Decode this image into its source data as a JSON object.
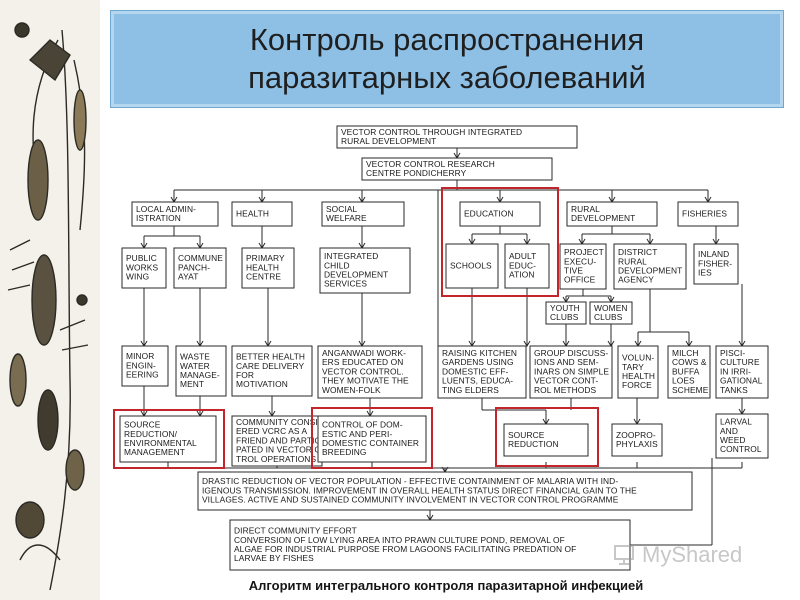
{
  "title": {
    "line1": "Контроль распространения",
    "line2": "паразитарных заболеваний"
  },
  "caption": "Алгоритм интегрального контроля паразитарной инфекцией",
  "watermark": "MyShared",
  "diagram": {
    "root": [
      "VECTOR CONTROL THROUGH INTEGRATED",
      "RURAL DEVELOPMENT"
    ],
    "centre": [
      "VECTOR CONTROL RESEARCH",
      "CENTRE PONDICHERRY"
    ],
    "depts": {
      "local": [
        "LOCAL ADMIN-",
        "ISTRATION"
      ],
      "health": [
        "HEALTH"
      ],
      "social": [
        "SOCIAL",
        "WELFARE"
      ],
      "education": [
        "EDUCATION"
      ],
      "rural": [
        "RURAL",
        "DEVELOPMENT"
      ],
      "fisheries": [
        "FISHERIES"
      ]
    },
    "level2": {
      "pww": [
        "PUBLIC",
        "WORKS",
        "WING"
      ],
      "commune": [
        "COMMUNE",
        "PANCH-",
        "AYAT"
      ],
      "phc": [
        "PRIMARY",
        "HEALTH",
        "CENTRE"
      ],
      "icds": [
        "INTEGRATED",
        "CHILD",
        "DEVELOPMENT",
        "SERVICES"
      ],
      "schools": [
        "SCHOOLS"
      ],
      "adult": [
        "ADULT",
        "EDUC-",
        "ATION"
      ],
      "peo": [
        "PROJECT",
        "EXECU-",
        "TIVE",
        "OFFICE"
      ],
      "drda": [
        "DISTRICT",
        "RURAL",
        "DEVELOPMENT",
        "AGENCY"
      ],
      "inland": [
        "INLAND",
        "FISHER-",
        "IES"
      ],
      "youth": [
        "YOUTH",
        "CLUBS"
      ],
      "women": [
        "WOMEN",
        "CLUBS"
      ]
    },
    "level3": {
      "minor": [
        "MINOR",
        "ENGIN-",
        "EERING"
      ],
      "waste": [
        "WASTE",
        "WATER",
        "MANAGE-",
        "MENT"
      ],
      "better": [
        "BETTER HEALTH",
        "CARE DELIVERY",
        "FOR",
        "MOTIVATION"
      ],
      "anganwadi": [
        "ANGANWADI WORK-",
        "ERS EDUCATED ON",
        "VECTOR CONTROL.",
        "THEY MOTIVATE THE",
        "WOMEN-FOLK"
      ],
      "kitchen": [
        "RAISING KITCHEN",
        "GARDENS USING",
        "DOMESTIC EFF-",
        "LUENTS, EDUCA-",
        "TING ELDERS"
      ],
      "group": [
        "GROUP DISCUSS-",
        "IONS AND SEM-",
        "INARS ON SIMPLE",
        "VECTOR CONT-",
        "ROL METHODS"
      ],
      "volunt": [
        "VOLUN-",
        "TARY",
        "HEALTH",
        "FORCE"
      ],
      "milch": [
        "MILCH",
        "COWS &",
        "BUFFA",
        "LOES",
        "SCHEME"
      ],
      "pisci": [
        "PISCI-",
        "CULTURE",
        "IN IRRI-",
        "GATIONAL",
        "TANKS"
      ]
    },
    "level4": {
      "source_env": [
        "SOURCE",
        "REDUCTION/",
        "ENVIRONMENTAL",
        "MANAGEMENT"
      ],
      "community": [
        "COMMUNITY CONSID-",
        "ERED VCRC AS A",
        "FRIEND AND PARTICI-",
        "PATED IN VECTOR CON-",
        "TROL OPERATIONS"
      ],
      "domestic": [
        "CONTROL OF DOM-",
        "ESTIC AND PERI-",
        "DOMESTIC CONTAINER",
        "BREEDING"
      ],
      "source_red": [
        "SOURCE",
        "REDUCTION"
      ],
      "zoopro": [
        "ZOOPRO-",
        "PHYLAXIS"
      ],
      "larval": [
        "LARVAL",
        "AND",
        "WEED",
        "CONTROL"
      ]
    },
    "outcome": [
      "DRASTIC REDUCTION OF VECTOR POPULATION - EFFECTIVE CONTAINMENT OF MALARIA WITH IND-",
      "IGENOUS TRANSMISSION. IMPROVEMENT IN OVERALL HEALTH STATUS DIRECT FINANCIAL GAIN TO THE",
      "VILLAGES. ACTIVE AND SUSTAINED COMMUNITY INVOLVEMENT IN VECTOR CONTROL PROGRAMME"
    ],
    "effort_title": "DIRECT COMMUNITY EFFORT",
    "effort": [
      "CONVERSION OF LOW LYING AREA INTO PRAWN CULTURE POND, REMOVAL OF",
      "ALGAE FOR INDUSTRIAL PURPOSE FROM LAGOONS FACILITATING PREDATION OF",
      "LARVAE BY FISHES"
    ]
  },
  "colors": {
    "title_bg": "#8ec0e6",
    "highlight": "#c0262b",
    "line": "#2a2a2a"
  },
  "icons": {
    "left": "insect-illustration",
    "watermark": "presentation-board-icon"
  }
}
